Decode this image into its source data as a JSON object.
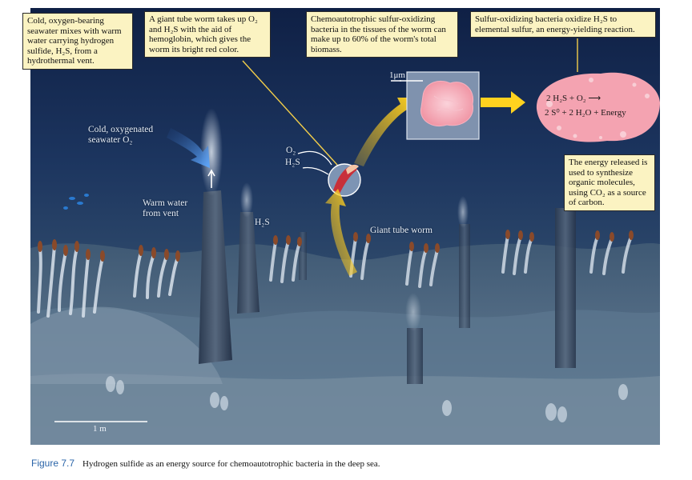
{
  "callouts": {
    "seawater_mix": "Cold, oxygen-bearing seawater mixes with warm water carrying hydrogen sulfide, H₂S, from a hydrothermal vent.",
    "hemoglobin": "A giant tube worm takes up O₂ and H₂S with the aid of hemoglobin, which gives the worm its bright red color.",
    "biomass": "Chemoautotrophic sulfur-oxidizing bacteria in the tissues of the worm can make up to 60% of the worm's total biomass.",
    "oxidize": "Sulfur-oxidizing bacteria oxidize H₂S to elemental sulfur, an energy-yielding reaction.",
    "energy": "The energy released is used to synthesize organic molecules, using CO₂ as a source of carbon."
  },
  "labels": {
    "cold_seawater": "Cold, oxygenated seawater O₂",
    "warm_water": "Warm water from vent",
    "h2s_vent": "H₂S",
    "o2_worm": "O₂",
    "h2s_worm": "H₂S",
    "giant_tube_worm": "Giant tube worm"
  },
  "scales": {
    "micro": "1μm",
    "meter": "1 m"
  },
  "equation": {
    "line1": "2 H₂S + O₂ ⟶",
    "line2": "2 S⁰ + 2 H₂O + Energy"
  },
  "caption": {
    "figure": "Figure 7.7",
    "text": "Hydrogen sulfide as an energy source for chemoautotrophic bacteria in the deep sea."
  },
  "colors": {
    "water_top": "#11234a",
    "water_bottom": "#46607e",
    "callout_bg": "#fbf3c2",
    "arrow_yellow": "#f7c21e",
    "bacteria_pink": "#f29aa8",
    "figure_blue": "#2a64a8"
  }
}
